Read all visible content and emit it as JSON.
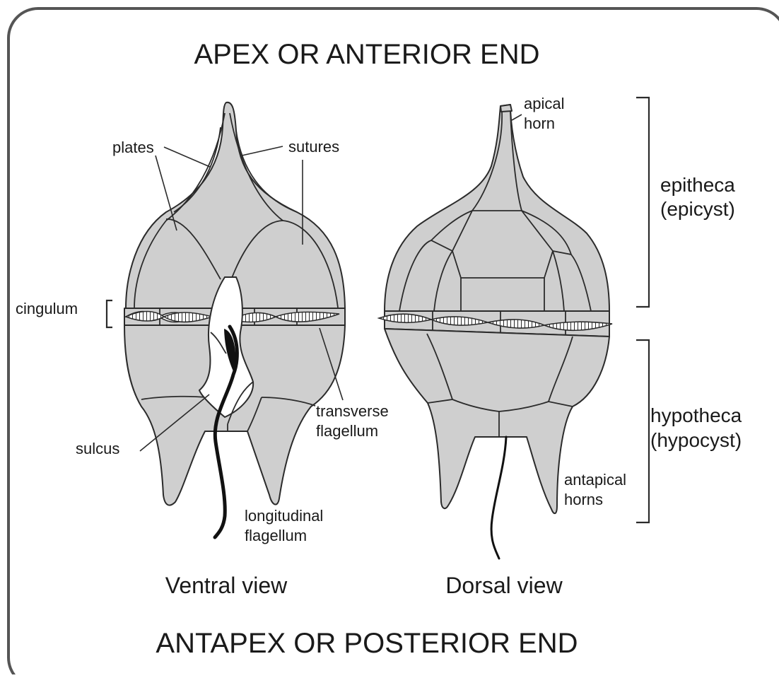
{
  "frame": {
    "top_label": "APEX OR ANTERIOR END",
    "bottom_label": "ANTAPEX OR POSTERIOR END"
  },
  "ventral": {
    "title": "Ventral view",
    "labels": {
      "plates": "plates",
      "sutures": "sutures",
      "cingulum": "cingulum",
      "sulcus": "sulcus",
      "transverse_1": "transverse",
      "transverse_2": "flagellum",
      "longitudinal_1": "longitudinal",
      "longitudinal_2": "flagellum"
    }
  },
  "dorsal": {
    "title": "Dorsal view",
    "labels": {
      "apical_1": "apical",
      "apical_2": "horn",
      "antapical_1": "antapical",
      "antapical_2": "horns"
    }
  },
  "regions": {
    "epitheca_1": "epitheca",
    "epitheca_2": "(epicyst)",
    "hypotheca_1": "hypotheca",
    "hypotheca_2": "(hypocyst)"
  },
  "colors": {
    "plate_fill": "#cfcfcf",
    "outline": "#2b2b2b",
    "frame": "#555555"
  }
}
